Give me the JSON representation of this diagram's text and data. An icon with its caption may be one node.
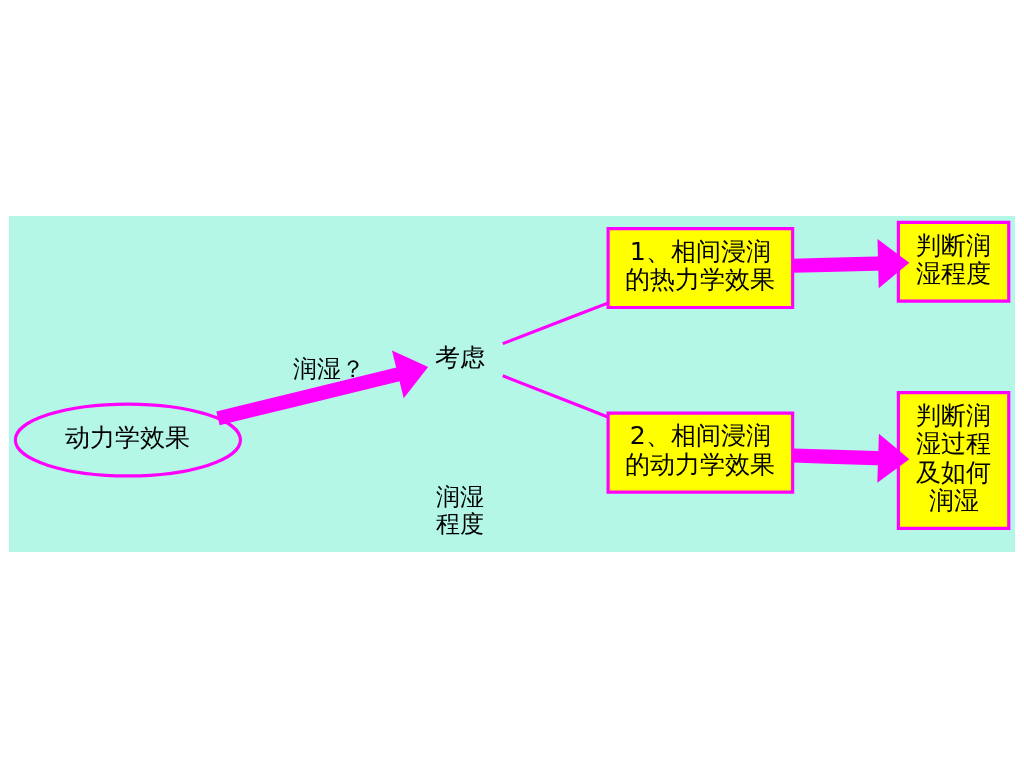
{
  "diagram": {
    "nodes": [
      {
        "text": [
          "动力学效果"
        ]
      },
      {
        "text": [
          "考虑"
        ]
      },
      {
        "text": [
          "1、相间浸润的热力学效果"
        ]
      },
      {
        "text": [
          "2、相间浸润的动力学效果"
        ]
      },
      {
        "text": [
          "判断润湿程度"
        ]
      },
      {
        "text": [
          "判断润湿过程及如何润湿"
        ]
      }
    ],
    "edges": [
      {
        "from": 0,
        "to": 1,
        "arrow": "to",
        "label": "润湿？"
      },
      {
        "from": 1,
        "to": 2,
        "arrow": "none"
      },
      {
        "from": 1,
        "to": 3,
        "arrow": "none"
      },
      {
        "from": 2,
        "to": 4,
        "arrow": "to"
      },
      {
        "from": 3,
        "to": 5,
        "arrow": "to"
      }
    ],
    "labels": [
      "润湿程度"
    ]
  }
}
